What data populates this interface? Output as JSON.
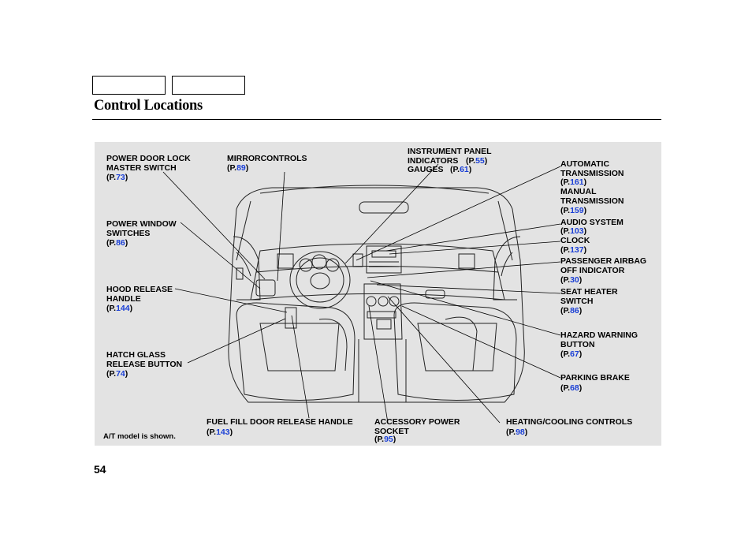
{
  "page": {
    "title": "Control Locations",
    "page_number": "54",
    "note": "A/T model is shown."
  },
  "labels": {
    "power_door_lock": {
      "text": "POWER DOOR LOCK\nMASTER SWITCH",
      "page": "73"
    },
    "mirror_controls": {
      "text": "MIRRORCONTROLS",
      "page": "89"
    },
    "instrument_panel": {
      "text": "INSTRUMENT PANEL\nINDICATORS",
      "page": "55"
    },
    "gauges": {
      "text": "GAUGES",
      "page": "61"
    },
    "automatic_transmission": {
      "text": "AUTOMATIC\nTRANSMISSION",
      "page": "161"
    },
    "manual_transmission": {
      "text": "MANUAL\nTRANSMISSION",
      "page": "159"
    },
    "audio_system": {
      "text": "AUDIO SYSTEM",
      "page": "103"
    },
    "clock": {
      "text": "CLOCK",
      "page": "137"
    },
    "passenger_airbag": {
      "text": "PASSENGER AIRBAG\nOFF INDICATOR",
      "page": "30"
    },
    "power_window": {
      "text": "POWER WINDOW\nSWITCHES",
      "page": "86"
    },
    "hood_release": {
      "text": "HOOD RELEASE\nHANDLE",
      "page": "144"
    },
    "seat_heater": {
      "text": "SEAT HEATER\nSWITCH",
      "page": "86"
    },
    "hazard_warning": {
      "text": "HAZARD WARNING\nBUTTON",
      "page": "67"
    },
    "hatch_glass": {
      "text": "HATCH GLASS\nRELEASE BUTTON",
      "page": "74"
    },
    "parking_brake": {
      "text": "PARKING BRAKE",
      "page": "68"
    },
    "fuel_fill": {
      "text": "FUEL FILL DOOR RELEASE HANDLE",
      "page": "143"
    },
    "accessory_power": {
      "text": "ACCESSORY POWER\nSOCKET",
      "page": "95"
    },
    "heating_cooling": {
      "text": "HEATING/COOLING CONTROLS",
      "page": "98"
    }
  },
  "ref_prefix": "(P.",
  "ref_suffix": ")"
}
